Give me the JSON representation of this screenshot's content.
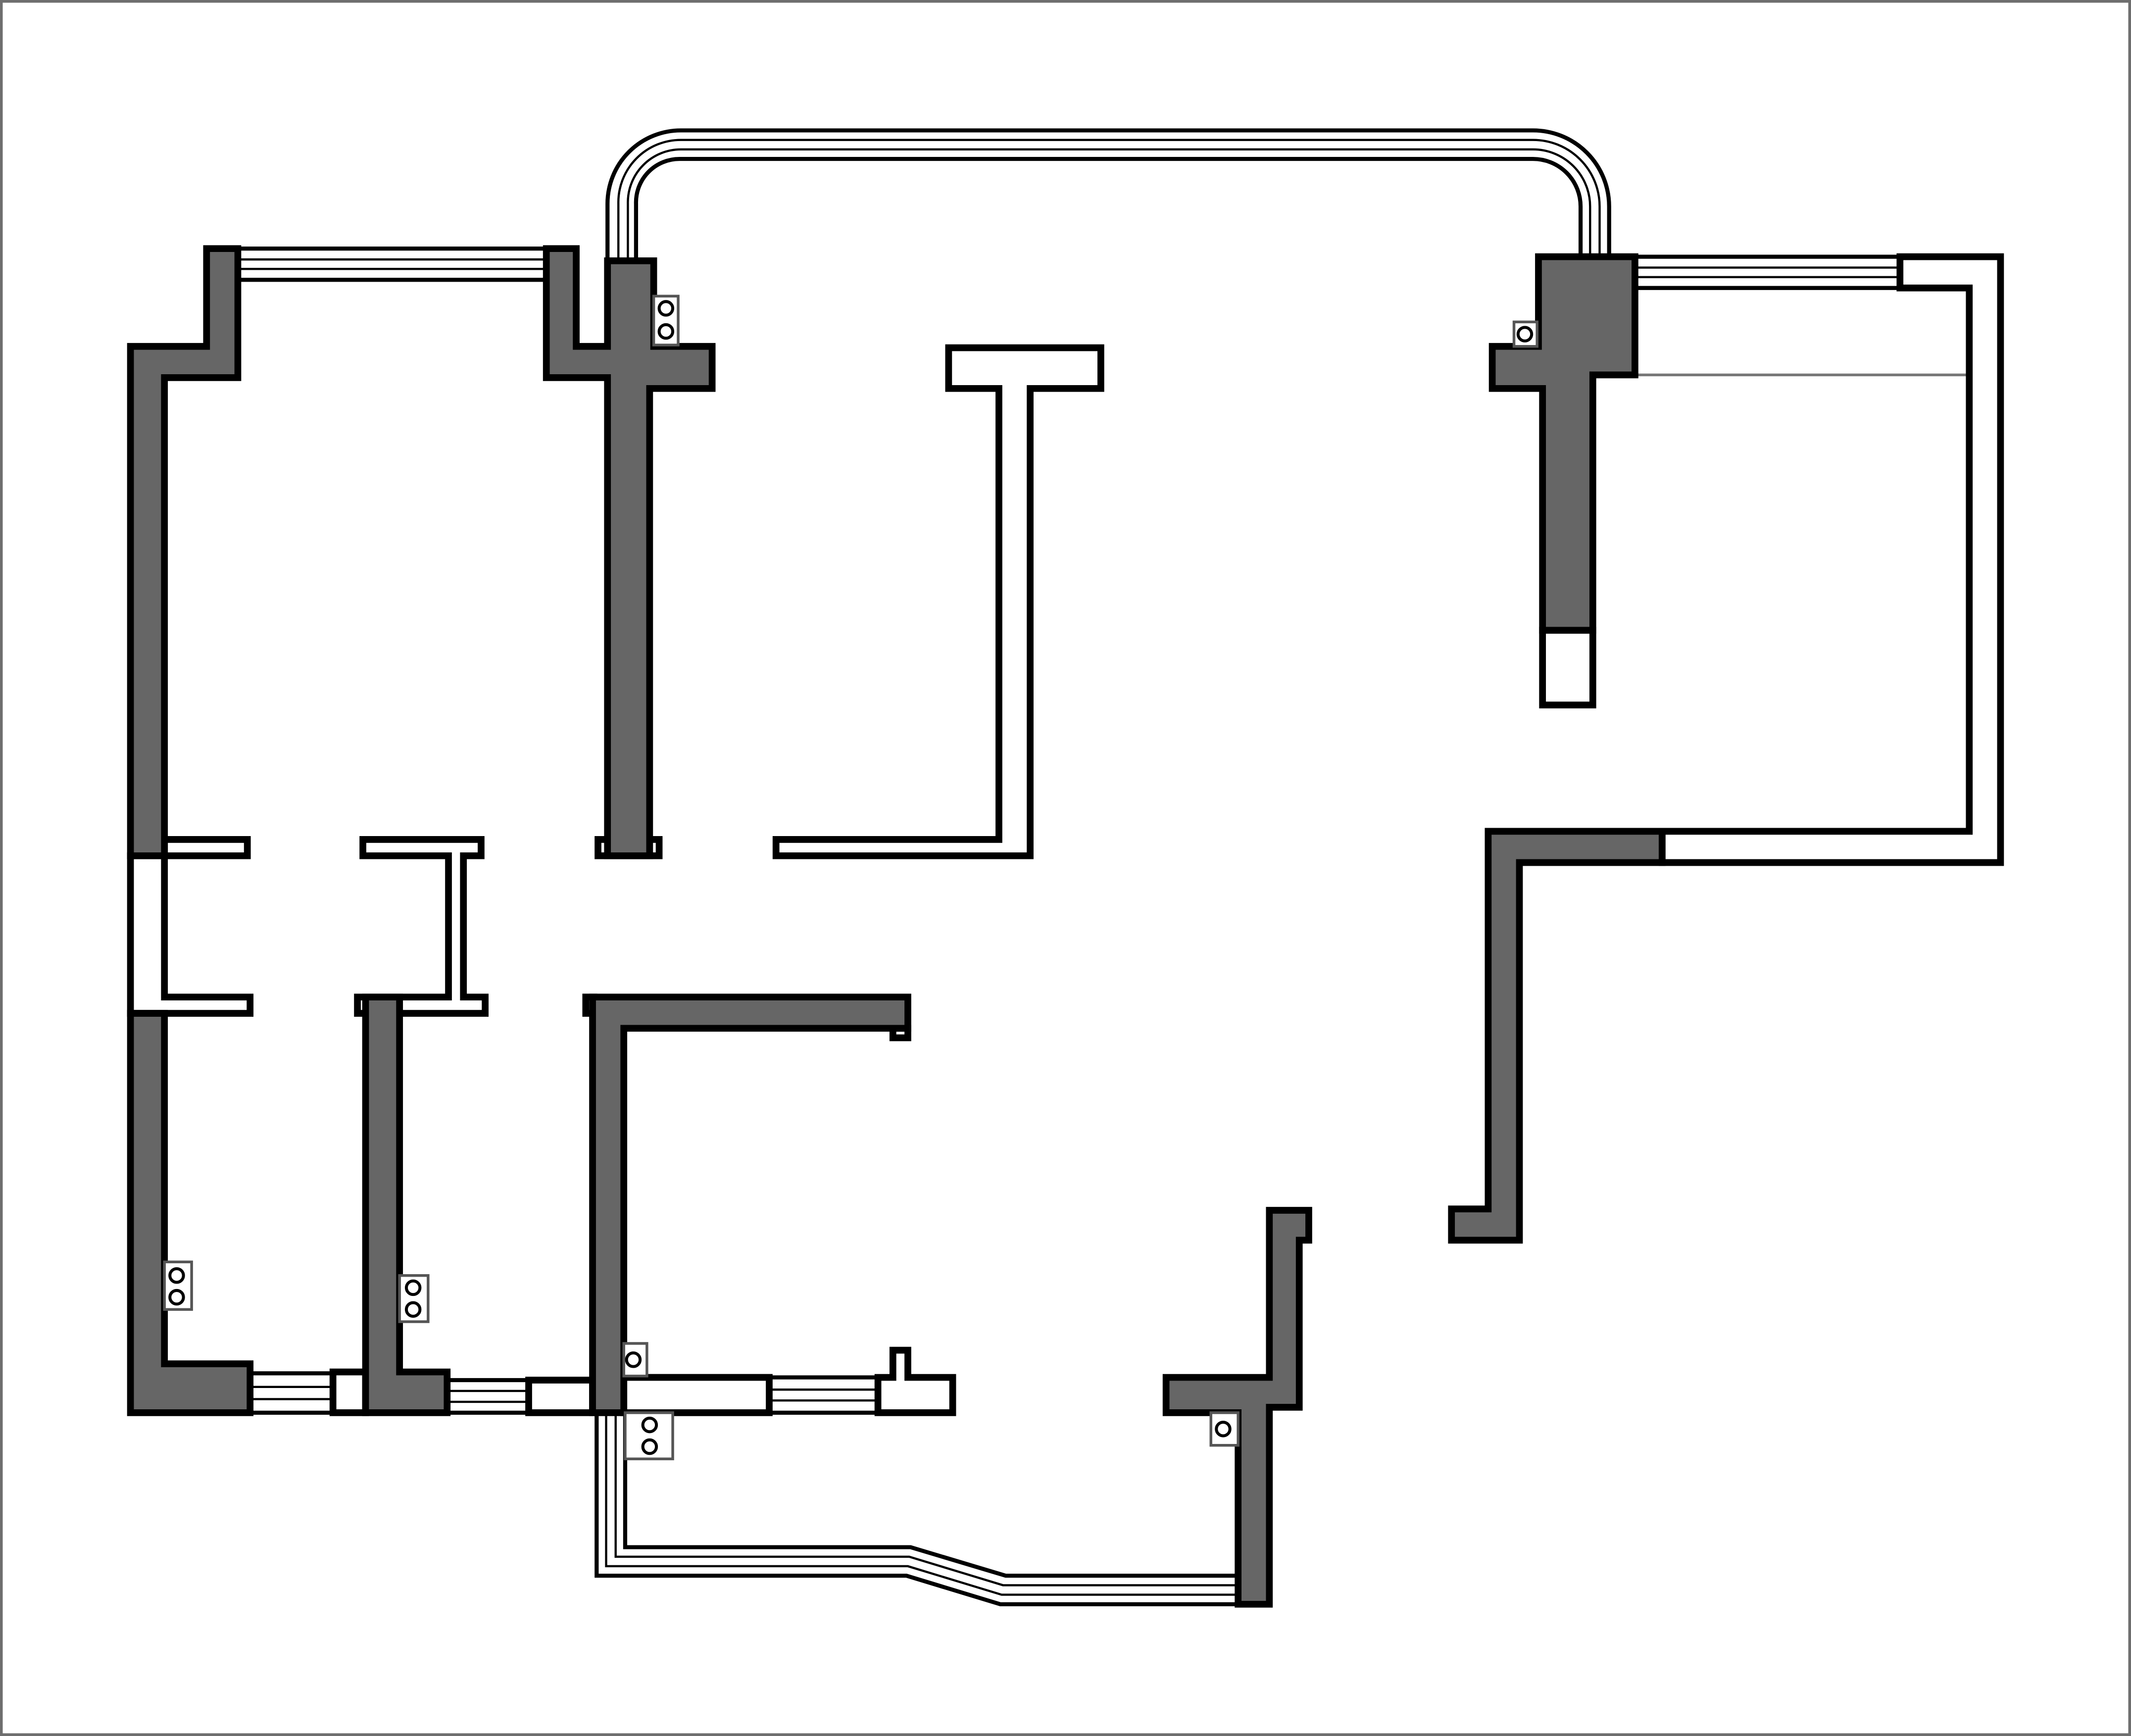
{
  "plan": {
    "style": {
      "wall_fill": "#666666",
      "line_color": "#000000",
      "background": "#ffffff"
    },
    "elements": {
      "load_bearing_walls": 11,
      "partition_walls": 9,
      "window_openings": 7,
      "bay_windows": 2,
      "outlet_symbols": 8
    },
    "legend": {
      "dark_fill": "load-bearing-wall",
      "white_fill": "partition-wall",
      "parallel_lines": "window",
      "circle_box": "power-outlet"
    }
  }
}
